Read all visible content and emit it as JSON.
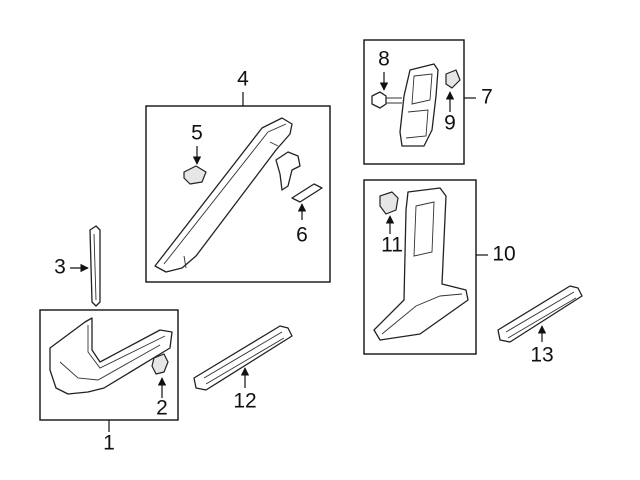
{
  "callouts": {
    "c1": "1",
    "c2": "2",
    "c3": "3",
    "c4": "4",
    "c5": "5",
    "c6": "6",
    "c7": "7",
    "c8": "8",
    "c9": "9",
    "c10": "10",
    "c11": "11",
    "c12": "12",
    "c13": "13"
  },
  "colors": {
    "line": "#111111",
    "fill": "#ffffff",
    "shade": "#e6e6e6"
  }
}
